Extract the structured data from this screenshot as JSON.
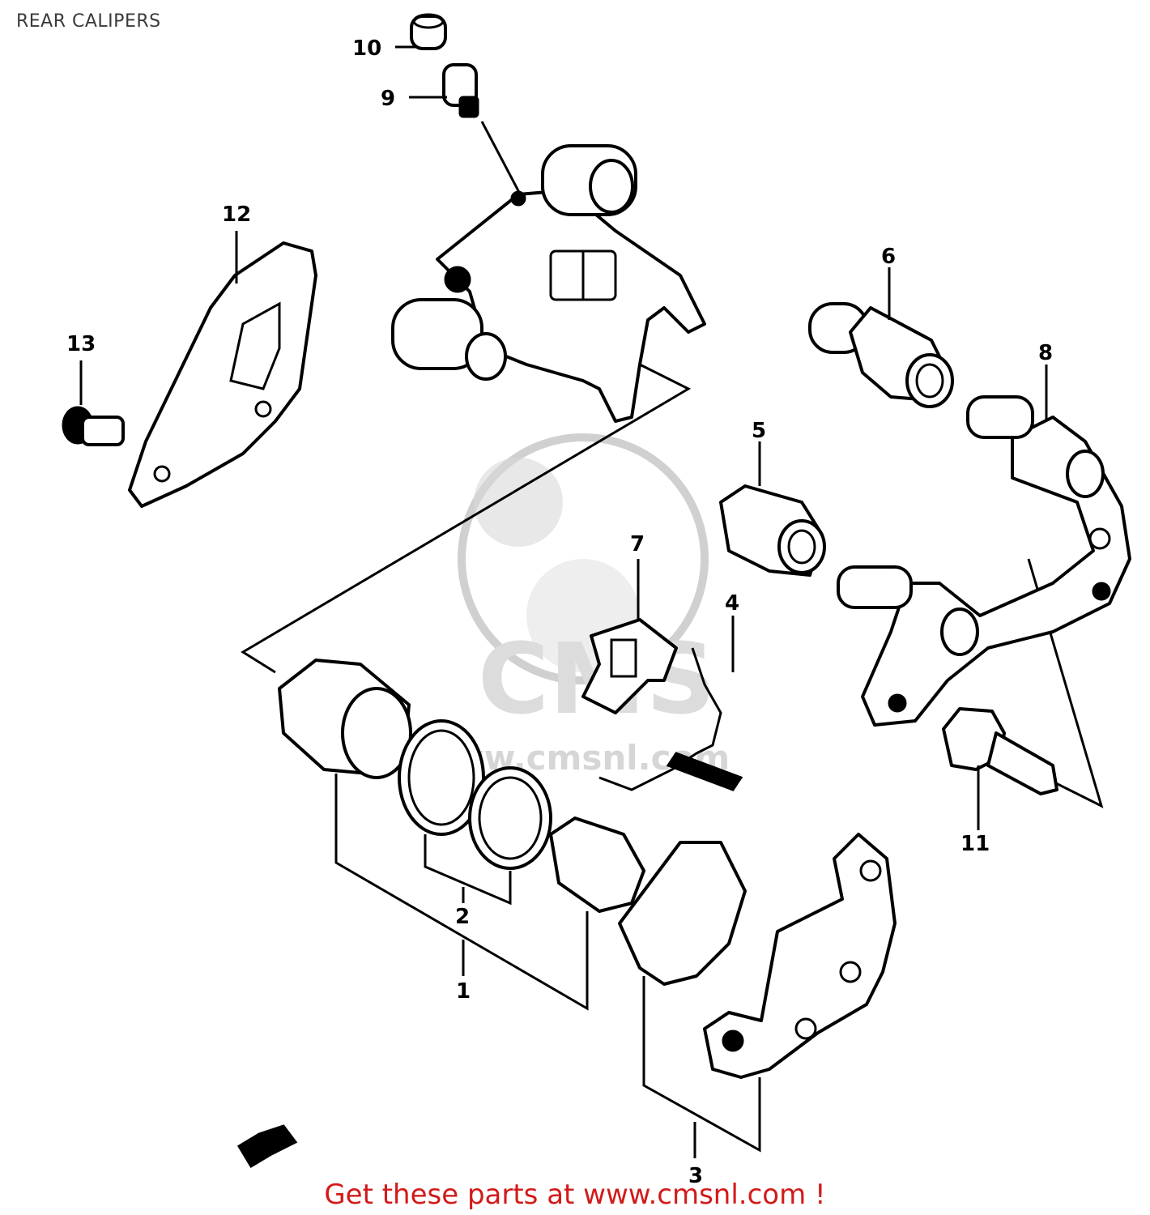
{
  "page": {
    "title": "REAR CALIPERS",
    "footer": "Get these parts at www.cmsnl.com !"
  },
  "callouts": {
    "c1": "1",
    "c2": "2",
    "c3": "3",
    "c4": "4",
    "c5": "5",
    "c6": "6",
    "c7": "7",
    "c8": "8",
    "c9": "9",
    "c10": "10",
    "c11": "11",
    "c12": "12",
    "c13": "13"
  },
  "watermark": {
    "text": "www.cmsnl.com",
    "logo": "CMS"
  }
}
